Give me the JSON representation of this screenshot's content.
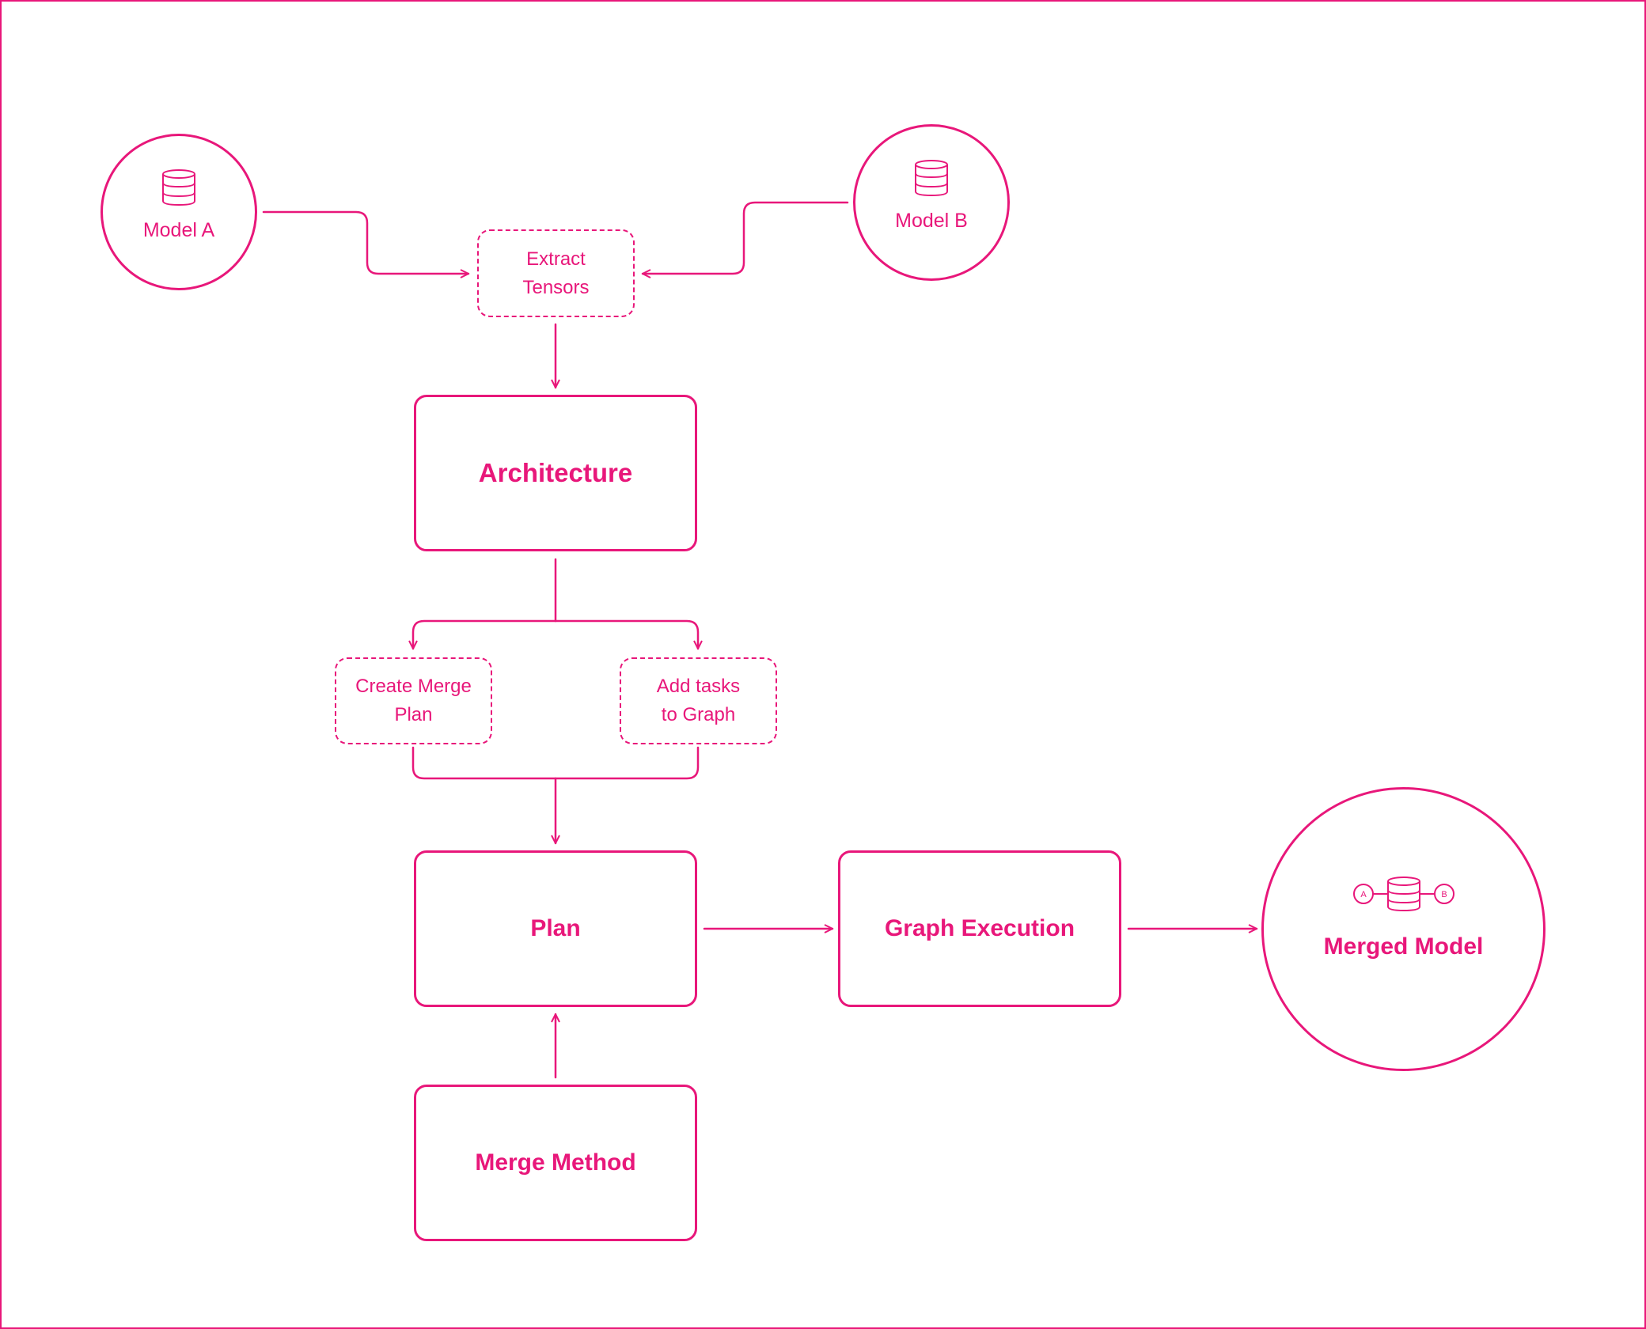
{
  "diagram": {
    "accent_color": "#e8177a",
    "background": "#ffffff",
    "nodes": {
      "model_a": {
        "label": "Model A",
        "icon": "database-icon"
      },
      "model_b": {
        "label": "Model B",
        "icon": "database-icon"
      },
      "extract_tensors": {
        "line1": "Extract",
        "line2": "Tensors"
      },
      "architecture": {
        "label": "Architecture"
      },
      "create_merge_plan": {
        "line1": "Create Merge",
        "line2": "Plan"
      },
      "add_tasks": {
        "line1": "Add tasks",
        "line2": "to Graph"
      },
      "plan": {
        "label": "Plan"
      },
      "merge_method": {
        "label": "Merge Method"
      },
      "graph_execution": {
        "label": "Graph Execution"
      },
      "merged_model": {
        "label": "Merged Model",
        "icon": "merged-database-icon",
        "badge_left": "A",
        "badge_right": "B"
      }
    },
    "edges": [
      {
        "from": "Model A",
        "to": "Extract Tensors"
      },
      {
        "from": "Model B",
        "to": "Extract Tensors"
      },
      {
        "from": "Extract Tensors",
        "to": "Architecture"
      },
      {
        "from": "Architecture",
        "to": "Create Merge Plan"
      },
      {
        "from": "Architecture",
        "to": "Add tasks to Graph"
      },
      {
        "from": "Create Merge Plan",
        "to": "Plan"
      },
      {
        "from": "Add tasks to Graph",
        "to": "Plan"
      },
      {
        "from": "Merge Method",
        "to": "Plan"
      },
      {
        "from": "Plan",
        "to": "Graph Execution"
      },
      {
        "from": "Graph Execution",
        "to": "Merged Model"
      }
    ]
  }
}
